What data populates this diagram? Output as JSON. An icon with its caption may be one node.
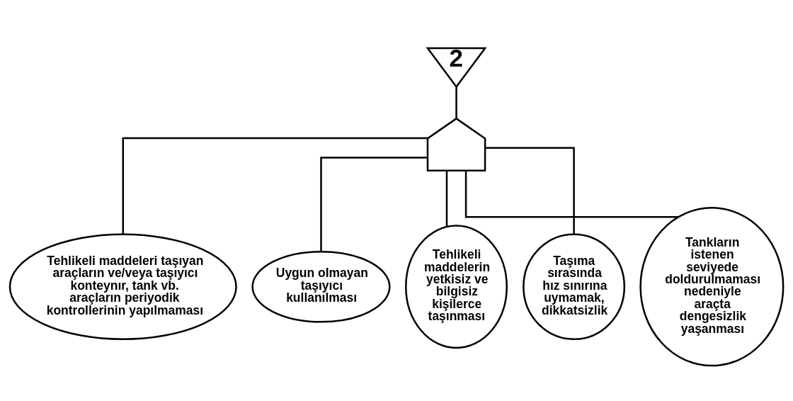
{
  "diagram": {
    "nodes": [
      {
        "text": [
          "2"
        ]
      },
      {
        "text": [],
        "shape": "gate"
      },
      {
        "text": [
          "Tehlikeli maddeleri taşıyan araçların ve/veya taşıyıcı konteynır, tank vb. araçların periyodik kontrollerinin yapılmaması"
        ]
      },
      {
        "text": [
          "Uygun olmayan taşıyıcı kullanılması"
        ]
      },
      {
        "text": [
          "Tehlikeli maddelerin yetkisiz ve bilgisiz kişilerce taşınması"
        ]
      },
      {
        "text": [
          "Taşıma sırasında hız sınırına uymamak, dikkatsizlik"
        ]
      },
      {
        "text": [
          "Tankların istenen seviyede doldurulmaması nedeniyle araçta dengesizlik yaşanması"
        ]
      }
    ],
    "edges": [
      {
        "from": 0,
        "to": 1,
        "arrow": "none"
      },
      {
        "from": 1,
        "to": 2,
        "arrow": "none"
      },
      {
        "from": 1,
        "to": 3,
        "arrow": "none"
      },
      {
        "from": 1,
        "to": 4,
        "arrow": "none"
      },
      {
        "from": 1,
        "to": 5,
        "arrow": "none"
      },
      {
        "from": 1,
        "to": 6,
        "arrow": "none"
      }
    ]
  }
}
